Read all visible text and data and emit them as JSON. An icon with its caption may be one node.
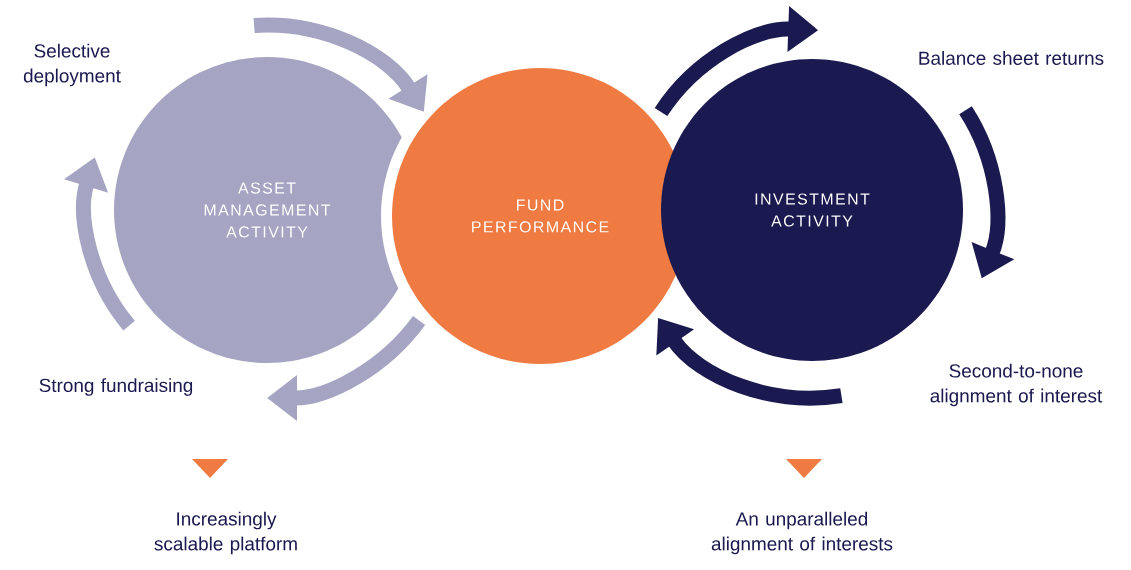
{
  "diagram": {
    "nodes": [
      {
        "text": [
          "ASSET MANAGEMENT ACTIVITY"
        ]
      },
      {
        "text": [
          "FUND PERFORMANCE"
        ]
      },
      {
        "text": [
          "INVESTMENT ACTIVITY"
        ]
      }
    ],
    "edges": [
      {
        "from": null,
        "to": 1,
        "arrow": "to",
        "color": "#a5a4c3"
      },
      {
        "from": 1,
        "to": null,
        "arrow": "to",
        "color": "#a5a4c3"
      },
      {
        "from": 1,
        "to": null,
        "arrow": "to",
        "color": "#1b1a50"
      },
      {
        "from": null,
        "to": 1,
        "arrow": "to",
        "color": "#1b1a50"
      }
    ],
    "labels": [
      "Selective deployment",
      "Balance sheet returns",
      "Strong fundraising",
      "Second-to-none alignment of interest",
      "Increasingly scalable platform",
      "An unparalleled alignment of interests"
    ]
  }
}
